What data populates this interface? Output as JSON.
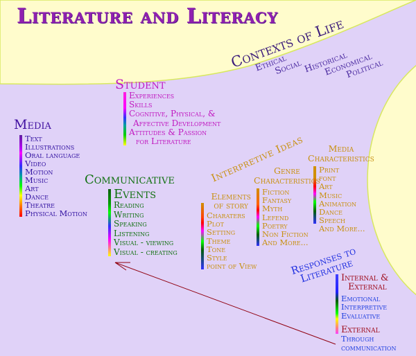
{
  "title": "Literature and Literacy",
  "colors": {
    "background": "#e0d2f8",
    "highlight_shape": "#fffccc",
    "shape_border": "#d8e860",
    "title": "#9020b0",
    "contexts": "#3a1a7a",
    "student": "#c018c0",
    "media": "#4010a0",
    "communicative": "#107010",
    "interpretive": "#c89010",
    "responses": "#2030e0",
    "responses_heading": "#a01020",
    "arrow": "#900010"
  },
  "contexts_of_life": {
    "heading": "Contexts of Life",
    "items": [
      "Ethical",
      "Social",
      "Historical",
      "Economical",
      "Political"
    ]
  },
  "student": {
    "heading": "Student",
    "items": [
      "Experiences",
      "Skills",
      "Cognitive, Physical, &",
      " Affective Development",
      "Attitudes & Passion",
      "  for Literature"
    ]
  },
  "media": {
    "heading": "Media",
    "items": [
      "Text",
      "Illustrations",
      "Oral language",
      "Video",
      "Motion",
      "Music",
      "Art",
      "Dance",
      "Theatre",
      "Physical Motion"
    ]
  },
  "communicative": {
    "heading": "Communicative",
    "subheading": "Events",
    "items": [
      "Reading",
      "Writing",
      "Speaking",
      "Listening",
      "Visual - viewing",
      "Visual - creating"
    ]
  },
  "interpretive_ideas": {
    "heading": "Interpretive  Ideas",
    "elements_of_story": {
      "heading_line1": "Elements",
      "heading_line2": "of story",
      "items": [
        "Charaters",
        "Plot",
        "Setting",
        "Theme",
        "Tone",
        "Style",
        "point of View"
      ]
    },
    "genre_characteristics": {
      "heading_line1": "Genre",
      "heading_line2": "Characteristics",
      "items": [
        "Fiction",
        "Fantasy",
        "Myth",
        "Lefend",
        "Poetry",
        "Non Fiction",
        "And More..."
      ]
    },
    "media_characteristics": {
      "heading_line1": "Media",
      "heading_line2": "Characteristics",
      "items": [
        "Print",
        "font",
        "Art",
        "Music",
        "Animation",
        "Dance",
        "Speech",
        "And More..."
      ]
    }
  },
  "responses_to_literature": {
    "heading_line1": "Responses to",
    "heading_line2": "Literature",
    "internal_heading_line1": "Internal &",
    "internal_heading_line2": "External",
    "internal_items": [
      "Emotional",
      "Interpretive",
      "Evaluative"
    ],
    "external_heading": "External",
    "external_items": [
      "Through",
      "communication"
    ]
  }
}
